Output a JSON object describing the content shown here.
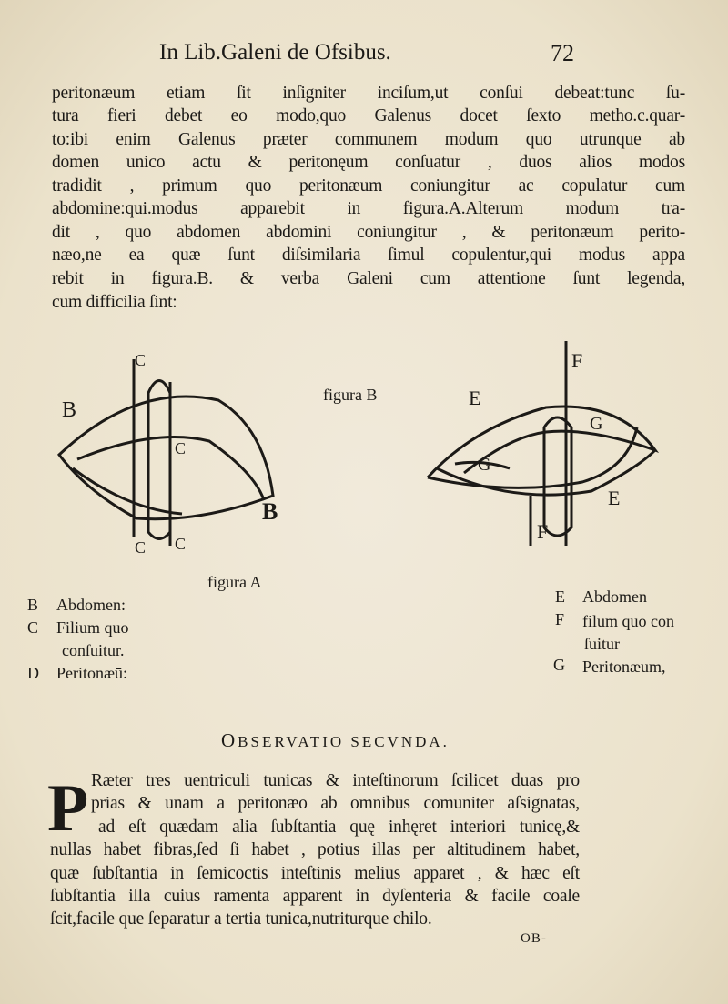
{
  "header": {
    "running_title": "In Lib.Galeni de Ofsibus.",
    "page_number": "72"
  },
  "top_text": [
    "peritonæum etiam ſit inſigniter inciſum,ut conſui debeat:tunc ſu-",
    "tura fieri debet eo modo,quo Galenus docet ſexto metho.c.quar-",
    "to:ibi enim Galenus præter communem modum quo utrunque ab",
    "domen unico actu & peritonęum conſuatur , duos alios modos",
    "tradidit , primum quo peritonæum coniungitur ac copulatur cum",
    "abdomine:qui.modus apparebit in figura.A.Alterum modum tra-",
    "dit , quo abdomen abdomini coniungitur , & peritonæum perito-",
    "næo,ne ea quæ ſunt diſsimilaria ſimul copulentur,qui modus appa",
    "rebit in figura.B. & verba Galeni cum attentione ſunt legenda,",
    "cum difficilia ſint:"
  ],
  "figures": {
    "figure_a": {
      "caption": "figura A",
      "labels": [
        "C",
        "B",
        "C",
        "B",
        "C",
        "C"
      ]
    },
    "figure_b": {
      "caption": "figura B",
      "labels": [
        "F",
        "E",
        "G",
        "G",
        "E",
        "F"
      ]
    }
  },
  "legend_left": [
    {
      "letter": "B",
      "text": "Abdomen:"
    },
    {
      "letter": "C",
      "text": "Filium quo"
    },
    {
      "letter": "",
      "text": "conſuitur."
    },
    {
      "letter": "D",
      "text": "Peritonæū:"
    }
  ],
  "legend_right": [
    {
      "letter": "E",
      "text": "Abdomen"
    },
    {
      "letter": "F",
      "text": "filum quo con"
    },
    {
      "letter": "",
      "text": "ſuitur"
    },
    {
      "letter": "G",
      "text": "Peritonæum,"
    }
  ],
  "section": {
    "heading_initial": "O",
    "heading_rest": "BSERVATIO SECVNDA.",
    "drop_cap": "P",
    "lines": [
      "Ræter tres uentriculi tunicas & inteſtinorum ſcilicet duas pro",
      "prias & unam a peritonæo ab omnibus comuniter aſsignatas,",
      "ad eſt quædam alia ſubſtantia quę inhęret interiori tunicę,&",
      "nullas habet fibras,ſed ſi habet , potius illas per altitudinem habet,",
      "quæ ſubſtantia in ſemicoctis inteſtinis melius apparet , & hæc eſt",
      "ſubſtantia illa cuius ramenta apparent in dyſenteria & facile coale",
      "ſcit,facile que ſeparatur a tertia tunica,nutriturque chilo."
    ],
    "catchword": "OB-"
  }
}
